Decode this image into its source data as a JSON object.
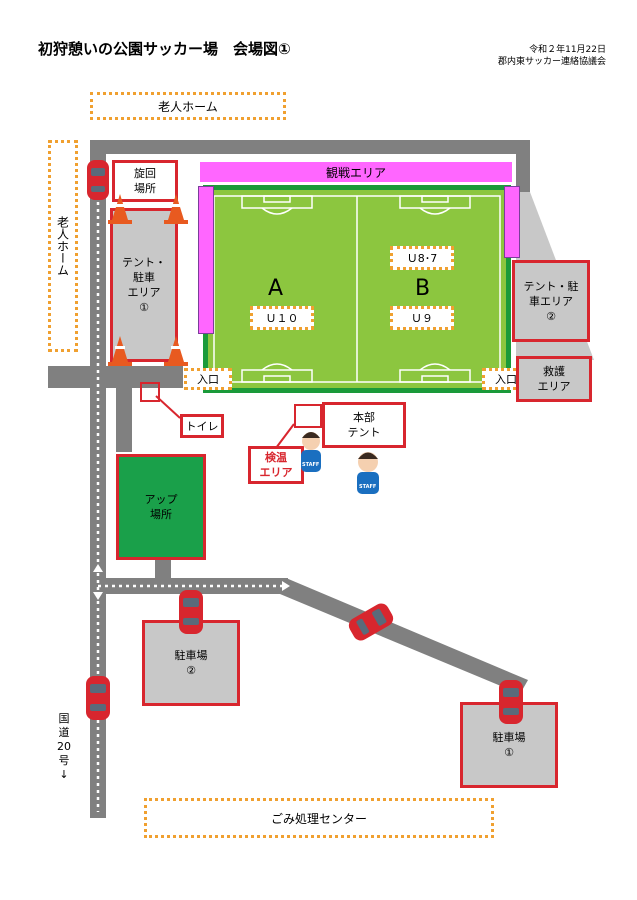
{
  "header": {
    "title": "初狩憩いの公園サッカー場　会場図①",
    "date": "令和２年11月22日",
    "organizer": "郡内東サッカー連絡協議会"
  },
  "labels": {
    "rojin_home_top": "老人ホーム",
    "rojin_home_side": "老人ホーム",
    "spectator_area": "観戦エリア",
    "senkai": "旋回\n場所",
    "tent_parking_1": "テント・\n駐車\nエリア\n①",
    "tent_parking_2": "テント・駐\n車エリア\n②",
    "kyugo": "救護\nエリア",
    "entrance_left": "入口",
    "entrance_right": "入口",
    "toilet": "トイレ",
    "kenon": "検温\nエリア",
    "honbu": "本部\nテント",
    "warmup": "アップ\n場所",
    "parking_2": "駐車場\n②",
    "parking_1": "駐車場\n①",
    "route20": "国\n道\n20\n号\n↓",
    "garbage": "ごみ処理センター",
    "staff": "STAFF"
  },
  "field": {
    "a_letter": "A",
    "b_letter": "B",
    "u10": "Ｕ１０",
    "u87": "Ｕ8･7",
    "u9": "Ｕ９"
  },
  "colors": {
    "grass": "#8cc63f",
    "field_border": "#1a9a3a",
    "spectator": "#ff66ff",
    "road": "#808080",
    "zone": "#c8c8c8",
    "red": "#d8262e",
    "warmup": "#1aa04a",
    "orange": "#f0a030"
  }
}
